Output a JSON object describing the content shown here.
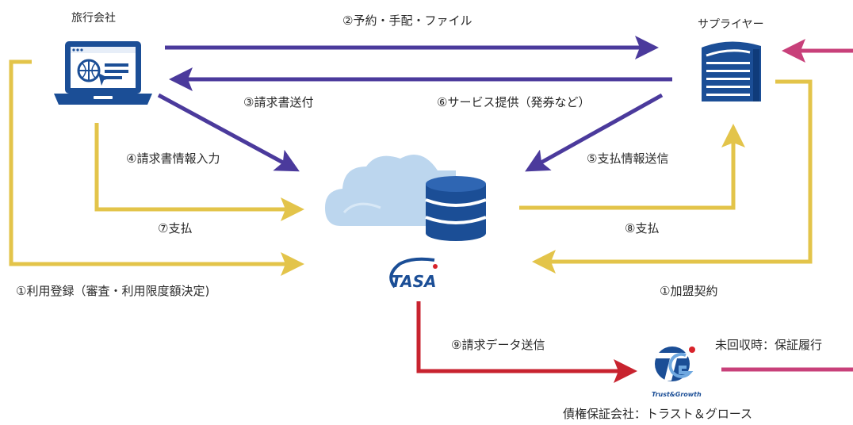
{
  "nodes": {
    "agency": "旅行会社",
    "supplier": "サプライヤー",
    "tasa_logo": "TASA",
    "guarantor_logo": "Trust&Growth",
    "guarantor": "債権保証会社：トラスト＆グロース"
  },
  "flows": {
    "f1_left": "①利用登録（審査・利用限度額決定)",
    "f1_right": "①加盟契約",
    "f2": "②予約・手配・ファイル",
    "f3": "③請求書送付",
    "f4": "④請求書情報入力",
    "f5": "⑤支払情報送信",
    "f6": "⑥サービス提供（発券など）",
    "f7": "⑦支払",
    "f8": "⑧支払",
    "f9": "⑨請求データ送信",
    "guarantee": "未回収時：保証履行"
  },
  "colors": {
    "purple": "#4b3a9c",
    "yellow": "#e3c44a",
    "red": "#c8232f",
    "pink": "#c8407a",
    "navy": "#1b4e96",
    "cloud": "#bcd6ee"
  }
}
